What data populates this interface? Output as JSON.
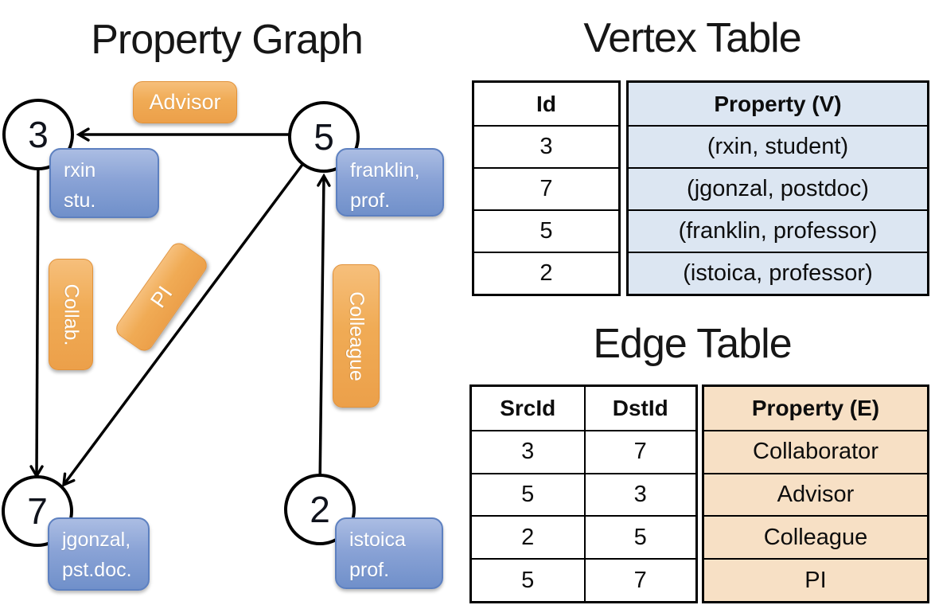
{
  "left_panel": {
    "title": "Property Graph",
    "nodes": [
      {
        "id": "3"
      },
      {
        "id": "5"
      },
      {
        "id": "7"
      },
      {
        "id": "2"
      }
    ],
    "vertex_labels": [
      {
        "line1": "rxin",
        "line2": "stu."
      },
      {
        "line1": "franklin,",
        "line2": "prof."
      },
      {
        "line1": "jgonzal,",
        "line2": "pst.doc."
      },
      {
        "line1": "istoica",
        "line2": "prof."
      }
    ],
    "edge_labels": {
      "advisor": "Advisor",
      "collab": "Collab.",
      "pi": "PI",
      "colleague": "Colleague"
    }
  },
  "vertex_table": {
    "title": "Vertex Table",
    "headers": {
      "id": "Id",
      "property": "Property (V)"
    },
    "rows": [
      {
        "id": "3",
        "property": "(rxin, student)"
      },
      {
        "id": "7",
        "property": "(jgonzal, postdoc)"
      },
      {
        "id": "5",
        "property": "(franklin, professor)"
      },
      {
        "id": "2",
        "property": "(istoica, professor)"
      }
    ]
  },
  "edge_table": {
    "title": "Edge Table",
    "headers": {
      "src": "SrcId",
      "dst": "DstId",
      "property": "Property (E)"
    },
    "rows": [
      {
        "src": "3",
        "dst": "7",
        "property": "Collaborator"
      },
      {
        "src": "5",
        "dst": "3",
        "property": "Advisor"
      },
      {
        "src": "2",
        "dst": "5",
        "property": "Colleague"
      },
      {
        "src": "5",
        "dst": "7",
        "property": "PI"
      }
    ]
  },
  "colors": {
    "edge_label_orange": "#f0ab55",
    "vertex_label_blue": "#8aa3d6",
    "vertex_property_fill": "#dce6f2",
    "edge_property_fill": "#f7e0c5",
    "line_color": "#000000"
  }
}
